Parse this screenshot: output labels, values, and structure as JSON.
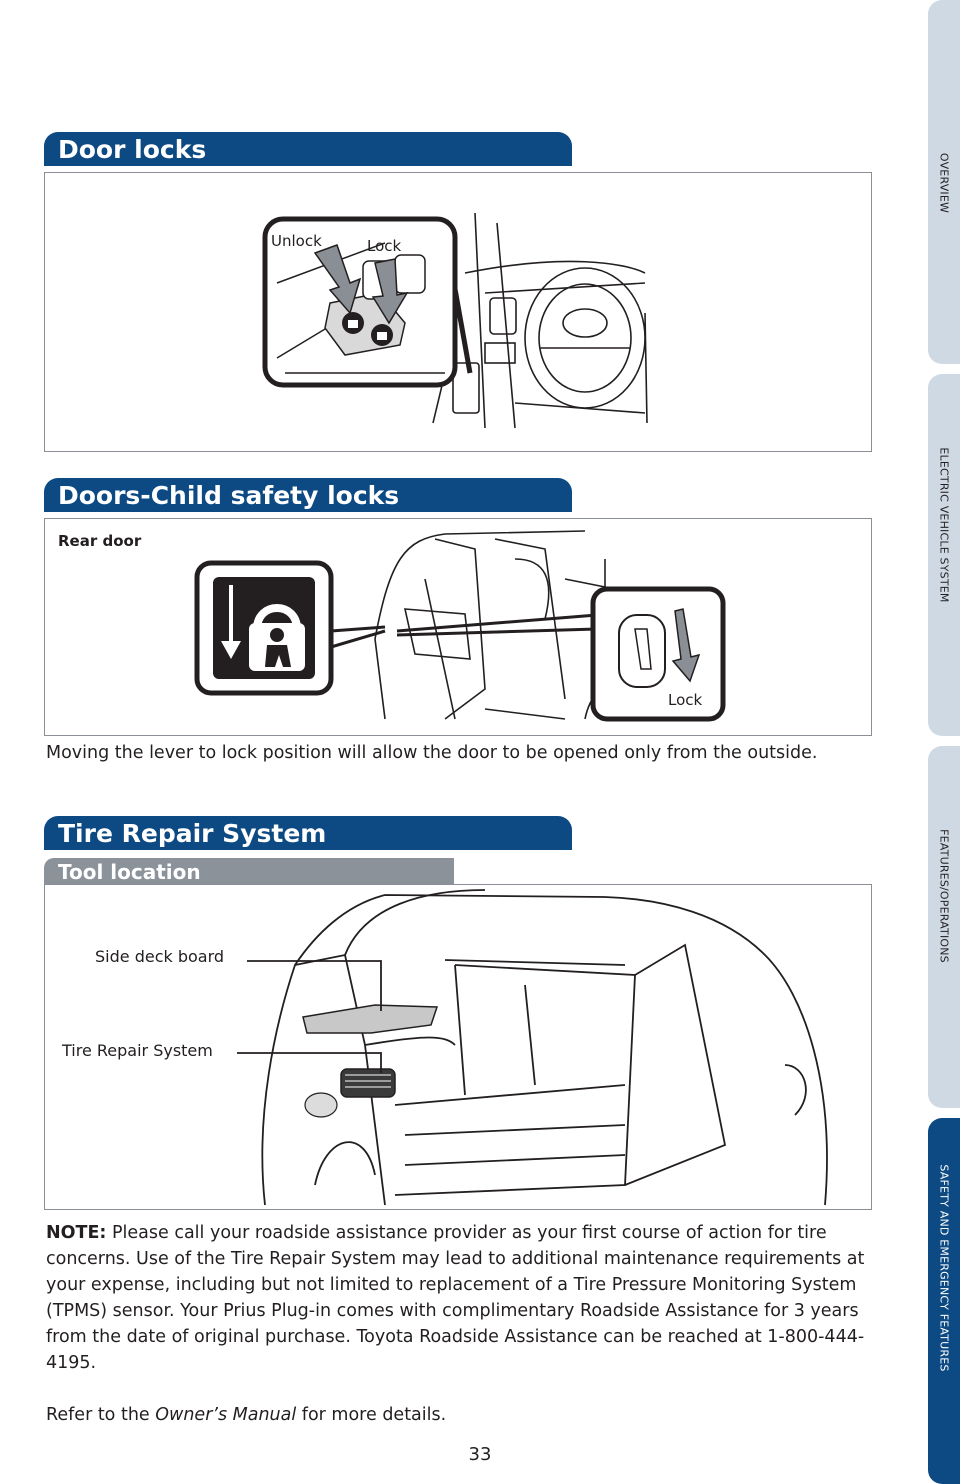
{
  "side_tabs": [
    {
      "label": "OVERVIEW",
      "active": false
    },
    {
      "label": "ELECTRIC VEHICLE SYSTEM",
      "active": false
    },
    {
      "label": "FEATURES/OPERATIONS",
      "active": false
    },
    {
      "label": "SAFETY AND EMERGENCY FEATURES",
      "active": true
    }
  ],
  "door_locks": {
    "title": "Door locks",
    "unlock_label": "Unlock",
    "lock_label": "Lock"
  },
  "child_locks": {
    "title": "Doors-Child safety locks",
    "rear_door_label": "Rear door",
    "lock_label": "Lock",
    "description": "Moving the lever to lock position will allow the door to be opened only from the outside."
  },
  "tire_repair": {
    "title": "Tire Repair System",
    "subtitle": "Tool location",
    "side_deck_label": "Side deck board",
    "tire_repair_label": "Tire Repair System",
    "note_label": "NOTE:",
    "note_text": " Please call your roadside assistance provider as your first course of action for tire concerns.  Use of the Tire Repair System may lead to additional maintenance requirements at your expense, including but not limited to replacement of a Tire Pressure Monitoring System (TPMS) sensor. Your Prius Plug-in comes with complimentary Roadside Assistance for 3 years from the date of original purchase. Toyota Roadside Assistance can be reached at 1-800-444-4195.",
    "refer_prefix": "Refer to the ",
    "refer_italic": "Owner’s Manual",
    "refer_suffix": " for more details."
  },
  "page_number": "33",
  "colors": {
    "header_blue": "#0d4a84",
    "tab_inactive": "#cfd9e4",
    "subheader_gray": "#8b929a"
  }
}
